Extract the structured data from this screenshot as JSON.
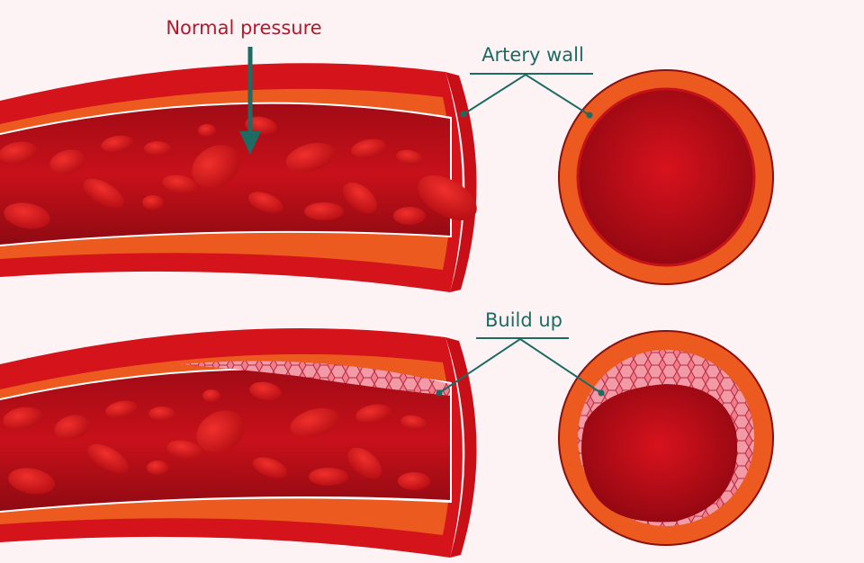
{
  "labels": {
    "normal_pressure": "Normal pressure",
    "artery_wall": "Artery wall",
    "build_up": "Build up"
  },
  "colors": {
    "label_red": "#b8162c",
    "label_teal": "#1d6b62",
    "wall_orange": "#ec5a1f",
    "vessel_red": "#d4131b",
    "lumen_dark": "#9b0a14",
    "plaque_pink": "#e8506a"
  }
}
